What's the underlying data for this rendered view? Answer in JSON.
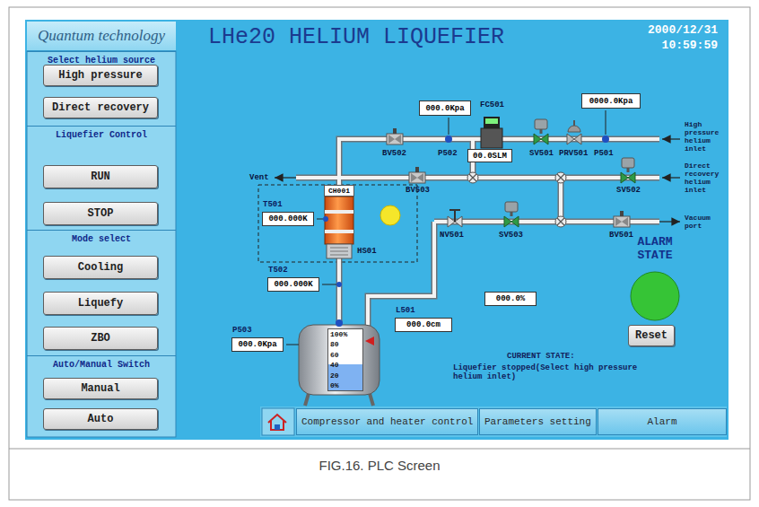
{
  "diagram": {
    "title": "LHe20 HELIUM LIQUEFIER",
    "caption": "FIG.16. PLC Screen",
    "nodes": [
      {
        "text": [
          "Quantum technology"
        ]
      },
      {
        "text": [
          "Select helium source"
        ]
      },
      {
        "text": [
          "High pressure"
        ],
        "in": 1
      },
      {
        "text": [
          "Direct recovery"
        ],
        "in": 1
      },
      {
        "text": [
          "Liquefier Control"
        ]
      },
      {
        "text": [
          "RUN"
        ],
        "in": 4
      },
      {
        "text": [
          "STOP"
        ],
        "in": 4
      },
      {
        "text": [
          "Mode select"
        ]
      },
      {
        "text": [
          "Cooling"
        ],
        "in": 7
      },
      {
        "text": [
          "Liquefy"
        ],
        "in": 7
      },
      {
        "text": [
          "ZBO"
        ],
        "in": 7
      },
      {
        "text": [
          "Auto/Manual Switch"
        ]
      },
      {
        "text": [
          "Manual"
        ],
        "in": 11
      },
      {
        "text": [
          "Auto"
        ],
        "in": 11
      },
      {
        "text": [
          "000.0Kpa"
        ]
      },
      {
        "text": [
          "00.0SLM"
        ]
      },
      {
        "text": [
          "0000.0Kpa"
        ]
      },
      {
        "text": [
          "CH001"
        ]
      },
      {
        "text": [
          "T501",
          "000.000K"
        ]
      },
      {
        "text": [
          "T502",
          "000.000K"
        ]
      },
      {
        "text": [
          "P503",
          "000.0Kpa"
        ]
      },
      {
        "text": [
          "L501",
          "000.0cm"
        ]
      },
      {
        "text": [
          "000.0%"
        ]
      },
      {
        "text": [
          "100%",
          "80",
          "60",
          "40",
          "20",
          "0%"
        ]
      },
      {
        "text": [
          "Reset"
        ]
      },
      {
        "text": [
          "Compressor and heater control"
        ]
      },
      {
        "text": [
          "Parameters setting"
        ]
      },
      {
        "text": [
          "Alarm"
        ]
      }
    ],
    "labels": [
      "2000/12/31",
      "10:59:59",
      "FC501",
      "BV502",
      "P502",
      "SV501",
      "PRV501",
      "P501",
      "High pressure helium inlet",
      "Vent",
      "BV503",
      "SV502",
      "Direct recovery helium inlet",
      "HS01",
      "NV501",
      "SV503",
      "BV501",
      "Vacuum port",
      "ALARM STATE",
      "CURRENT STATE:",
      "Liquefier stopped(Select high pressure helium inlet)"
    ]
  }
}
